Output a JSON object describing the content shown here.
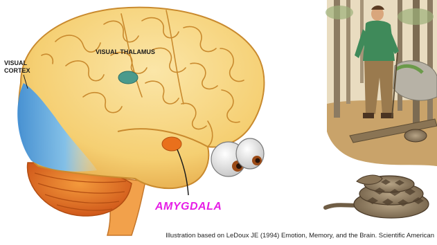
{
  "labels": {
    "visual_cortex": "VISUAL\nCORTEX",
    "visual_thalamus": "VISUAL THALAMUS",
    "amygdala": "AMYGDALA"
  },
  "caption": "Illustration based on LeDoux JE (1994) Emotion, Memory, and the Brain. Scientific American",
  "colors": {
    "brain": "#f7d27a",
    "brain_shade": "#e9b24e",
    "visual_cortex": "#6fb4e8",
    "cerebellum": "#e8772a",
    "thalamus": "#4a9a8c",
    "amygdala": "#e9701c",
    "amygdala_label": "#e61ee6"
  }
}
